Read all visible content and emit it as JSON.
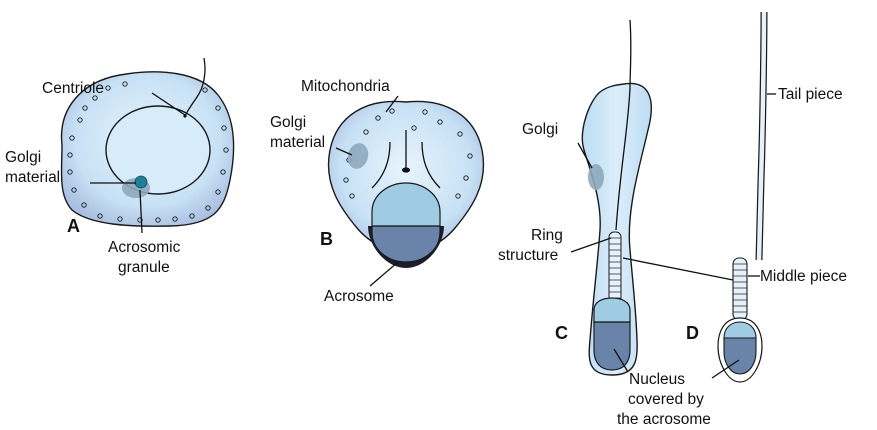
{
  "stages": {
    "a": {
      "letter": "A",
      "centriole": "Centriole",
      "golgi_1": "Golgi",
      "golgi_2": "material",
      "acrosomic_1": "Acrosomic",
      "acrosomic_2": "granule"
    },
    "b": {
      "letter": "B",
      "mitochondria": "Mitochondria",
      "golgi_1": "Golgi",
      "golgi_2": "material",
      "acrosome": "Acrosome"
    },
    "c": {
      "letter": "C",
      "golgi": "Golgi",
      "ring_1": "Ring",
      "ring_2": "structure"
    },
    "d": {
      "letter": "D",
      "tail_piece": "Tail piece",
      "middle_piece": "Middle piece"
    },
    "nucleus_1": "Nucleus",
    "nucleus_2": "covered by",
    "nucleus_3": "the acrosome"
  },
  "colors": {
    "cytoplasm": "#cfe6f7",
    "nucleus_light": "#9fcbe3",
    "nucleus_dark": "#6a83a8",
    "golgi": "#8fa9bb",
    "granule": "#1f7f9a",
    "acrosome_cap": "#1c1c2a"
  }
}
